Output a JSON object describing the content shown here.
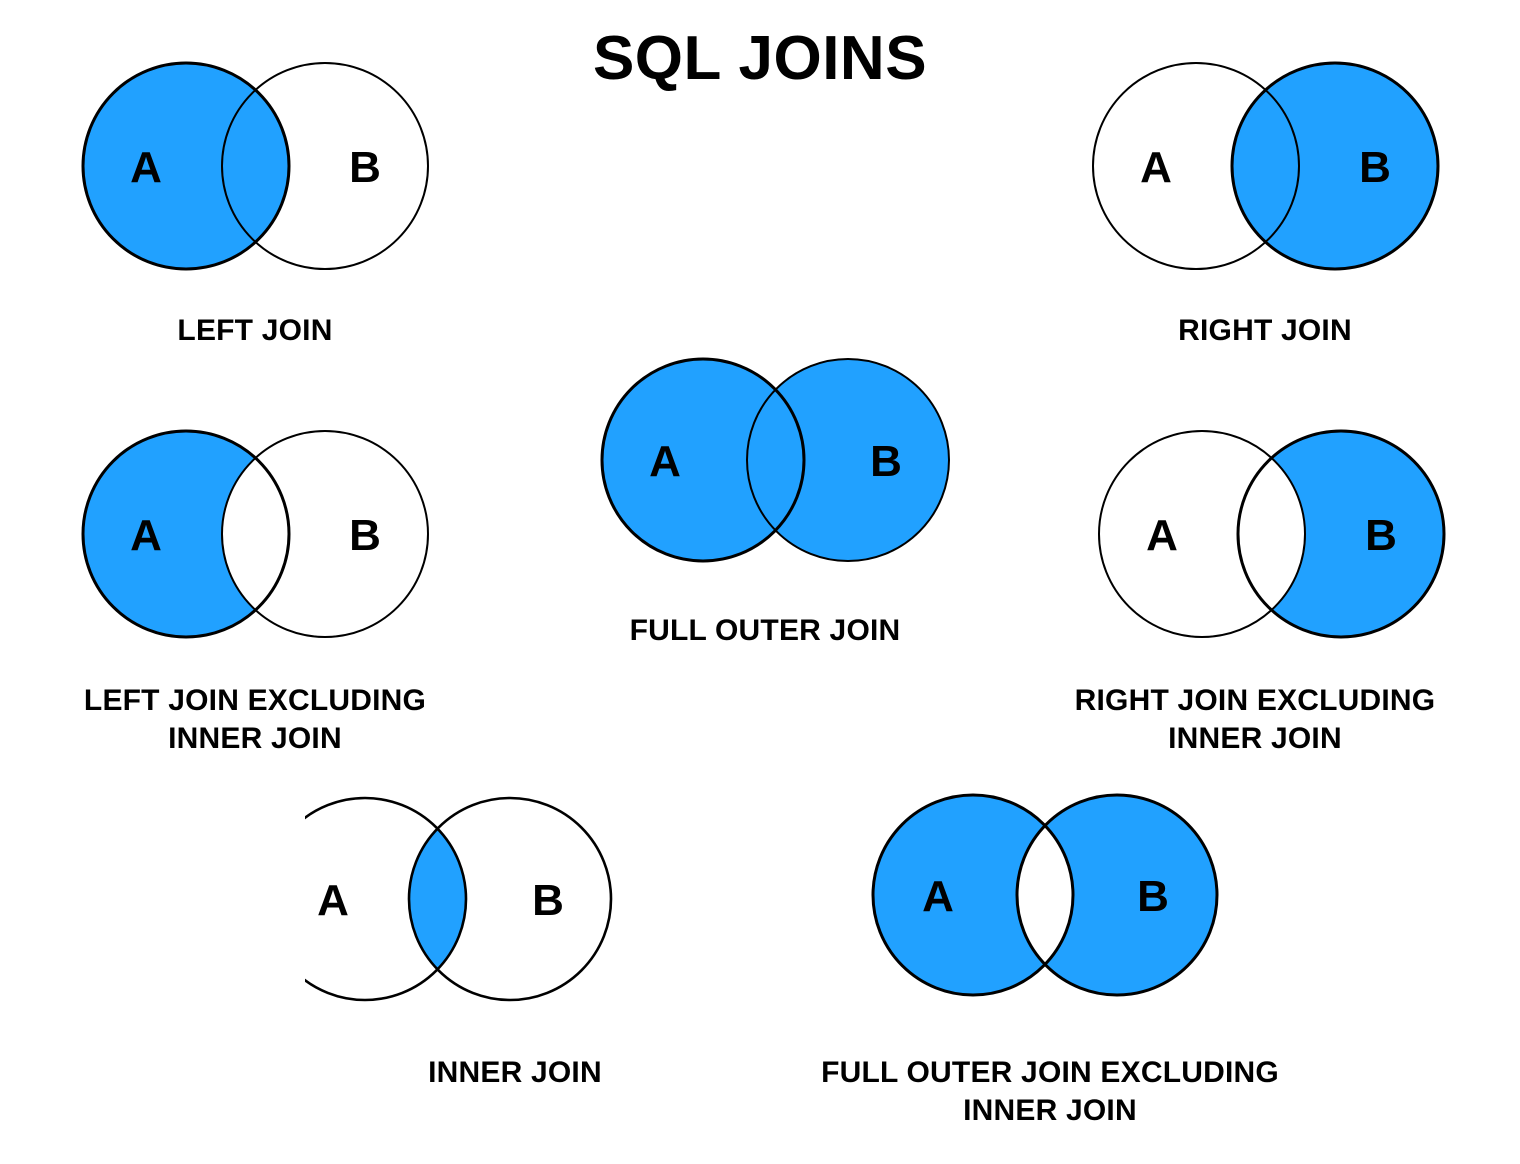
{
  "page": {
    "title": "SQL JOINS",
    "background_color": "#ffffff",
    "fill_color": "#21A1FF",
    "stroke_color": "#000000",
    "text_color": "#000000"
  },
  "labels": {
    "set_a": "A",
    "set_b": "B"
  },
  "diagrams": [
    {
      "id": "left-join",
      "caption_lines": [
        "LEFT JOIN"
      ],
      "caption": "LEFT JOIN",
      "shaded": "A (including intersection)",
      "a_filled": true,
      "b_filled": false,
      "intersection_filled": true
    },
    {
      "id": "right-join",
      "caption_lines": [
        "RIGHT JOIN"
      ],
      "caption": "RIGHT JOIN",
      "shaded": "B (including intersection)",
      "a_filled": false,
      "b_filled": true,
      "intersection_filled": true
    },
    {
      "id": "left-join-excluding-inner-join",
      "caption_lines": [
        "LEFT JOIN EXCLUDING",
        "INNER JOIN"
      ],
      "caption": "LEFT JOIN EXCLUDING INNER JOIN",
      "shaded": "A only (intersection excluded)",
      "a_filled": true,
      "b_filled": false,
      "intersection_filled": false
    },
    {
      "id": "full-outer-join",
      "caption_lines": [
        "FULL OUTER JOIN"
      ],
      "caption": "FULL OUTER JOIN",
      "shaded": "A and B (including intersection)",
      "a_filled": true,
      "b_filled": true,
      "intersection_filled": true
    },
    {
      "id": "right-join-excluding-inner-join",
      "caption_lines": [
        "RIGHT JOIN EXCLUDING",
        "INNER JOIN"
      ],
      "caption": "RIGHT JOIN EXCLUDING INNER JOIN",
      "shaded": "B only (intersection excluded)",
      "a_filled": false,
      "b_filled": true,
      "intersection_filled": false
    },
    {
      "id": "inner-join",
      "caption_lines": [
        "INNER JOIN"
      ],
      "caption": "INNER JOIN",
      "shaded": "Intersection only",
      "a_filled": false,
      "b_filled": false,
      "intersection_filled": true
    },
    {
      "id": "full-outer-join-excluding-inner-join",
      "caption_lines": [
        "FULL OUTER JOIN EXCLUDING",
        "INNER JOIN"
      ],
      "caption": "FULL OUTER JOIN EXCLUDING INNER JOIN",
      "shaded": "A and B excluding intersection",
      "a_filled": true,
      "b_filled": true,
      "intersection_filled": false
    }
  ]
}
